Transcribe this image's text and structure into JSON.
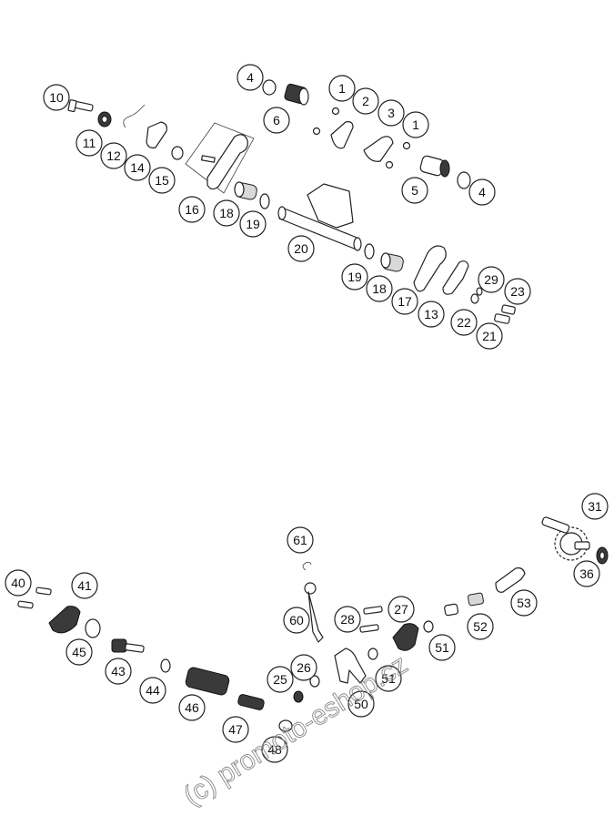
{
  "callouts": [
    {
      "label": "10"
    },
    {
      "label": "11"
    },
    {
      "label": "12"
    },
    {
      "label": "14"
    },
    {
      "label": "15"
    },
    {
      "label": "16"
    },
    {
      "label": "4"
    },
    {
      "label": "6"
    },
    {
      "label": "1"
    },
    {
      "label": "2"
    },
    {
      "label": "3"
    },
    {
      "label": "1"
    },
    {
      "label": "5"
    },
    {
      "label": "4"
    },
    {
      "label": "18"
    },
    {
      "label": "19"
    },
    {
      "label": "20"
    },
    {
      "label": "19"
    },
    {
      "label": "18"
    },
    {
      "label": "17"
    },
    {
      "label": "13"
    },
    {
      "label": "22"
    },
    {
      "label": "29"
    },
    {
      "label": "23"
    },
    {
      "label": "21"
    },
    {
      "label": "31"
    },
    {
      "label": "36"
    },
    {
      "label": "53"
    },
    {
      "label": "52"
    },
    {
      "label": "51"
    },
    {
      "label": "27"
    },
    {
      "label": "28"
    },
    {
      "label": "61"
    },
    {
      "label": "60"
    },
    {
      "label": "40"
    },
    {
      "label": "41"
    },
    {
      "label": "45"
    },
    {
      "label": "43"
    },
    {
      "label": "44"
    },
    {
      "label": "46"
    },
    {
      "label": "47"
    },
    {
      "label": "48"
    },
    {
      "label": "25"
    },
    {
      "label": "26"
    },
    {
      "label": "50"
    },
    {
      "label": "51"
    }
  ],
  "watermark": "(c) promoto-eshop.cz"
}
